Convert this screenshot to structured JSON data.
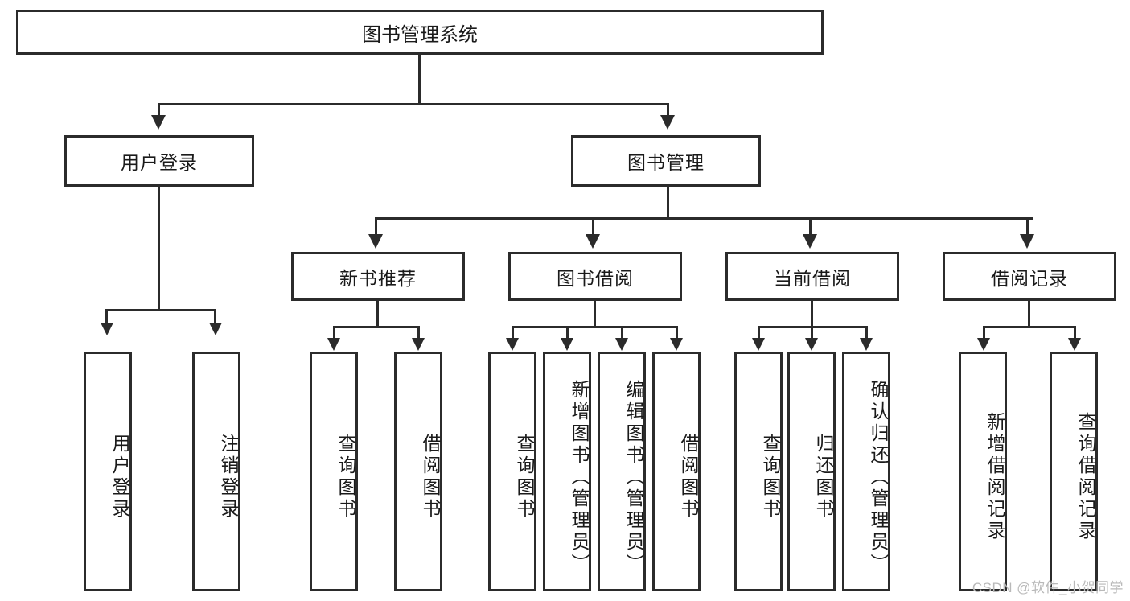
{
  "diagram": {
    "title": "图书管理系统",
    "type": "tree",
    "root": {
      "label": "图书管理系统"
    },
    "level2": [
      {
        "label": "用户登录"
      },
      {
        "label": "图书管理"
      }
    ],
    "level3": [
      {
        "label": "新书推荐"
      },
      {
        "label": "图书借阅"
      },
      {
        "label": "当前借阅"
      },
      {
        "label": "借阅记录"
      }
    ],
    "leaves_user_login": [
      {
        "label": "用户登录"
      },
      {
        "label": "注销登录"
      }
    ],
    "leaves_new_book": [
      {
        "label": "查询图书"
      },
      {
        "label": "借阅图书"
      }
    ],
    "leaves_borrow": [
      {
        "label": "查询图书"
      },
      {
        "label": "新增图书（管理员）"
      },
      {
        "label": "编辑图书（管理员）"
      },
      {
        "label": "借阅图书"
      }
    ],
    "leaves_current": [
      {
        "label": "查询图书"
      },
      {
        "label": "归还图书"
      },
      {
        "label": "确认归还（管理员）"
      }
    ],
    "leaves_records": [
      {
        "label": "新增借阅记录"
      },
      {
        "label": "查询借阅记录"
      }
    ],
    "colors": {
      "stroke": "#2b2b2b",
      "fill": "#ffffff",
      "text": "#1a1a1a",
      "watermark": "#b9b9b9"
    }
  },
  "watermark": {
    "text": "CSDN @软件_小贺同学"
  }
}
